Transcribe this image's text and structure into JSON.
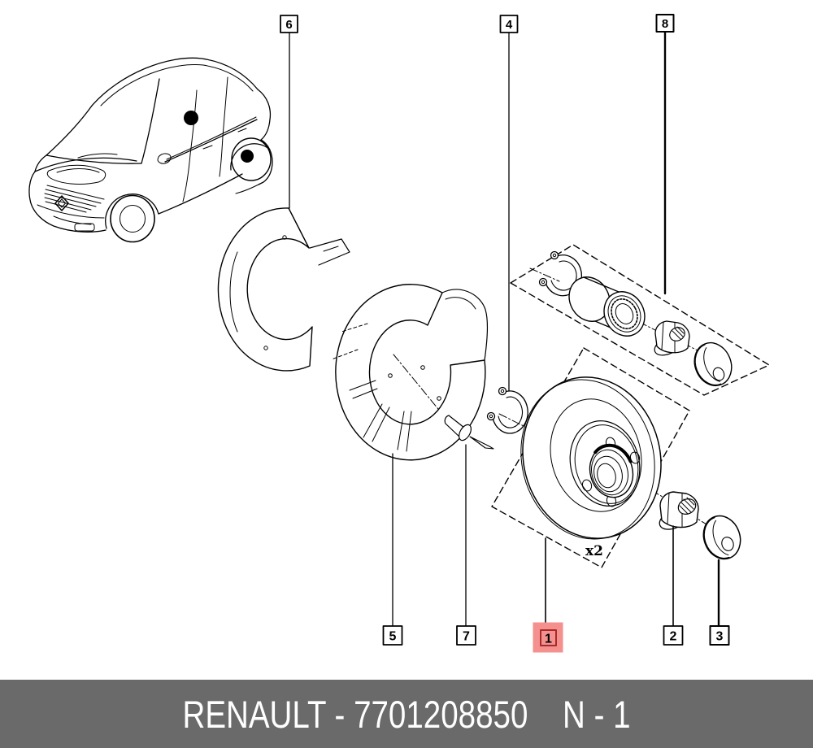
{
  "diagram": {
    "quantity_note": "x2",
    "callouts": {
      "top": [
        {
          "label": "6"
        },
        {
          "label": "4"
        },
        {
          "label": "8"
        }
      ],
      "bottom": [
        {
          "label": "5"
        },
        {
          "label": "7"
        },
        {
          "label": "1"
        },
        {
          "label": "2"
        },
        {
          "label": "3"
        }
      ]
    },
    "highlighted_callout": "1"
  },
  "footer": {
    "left": "RENAULT - 7701208850",
    "right": "N - 1"
  },
  "colors": {
    "highlight_fill": "#f4918f",
    "highlight_border": "#a82a2a",
    "footer_bg": "#6a6a6a",
    "footer_text": "#ffffff",
    "line": "#000000",
    "background": "#ffffff"
  }
}
